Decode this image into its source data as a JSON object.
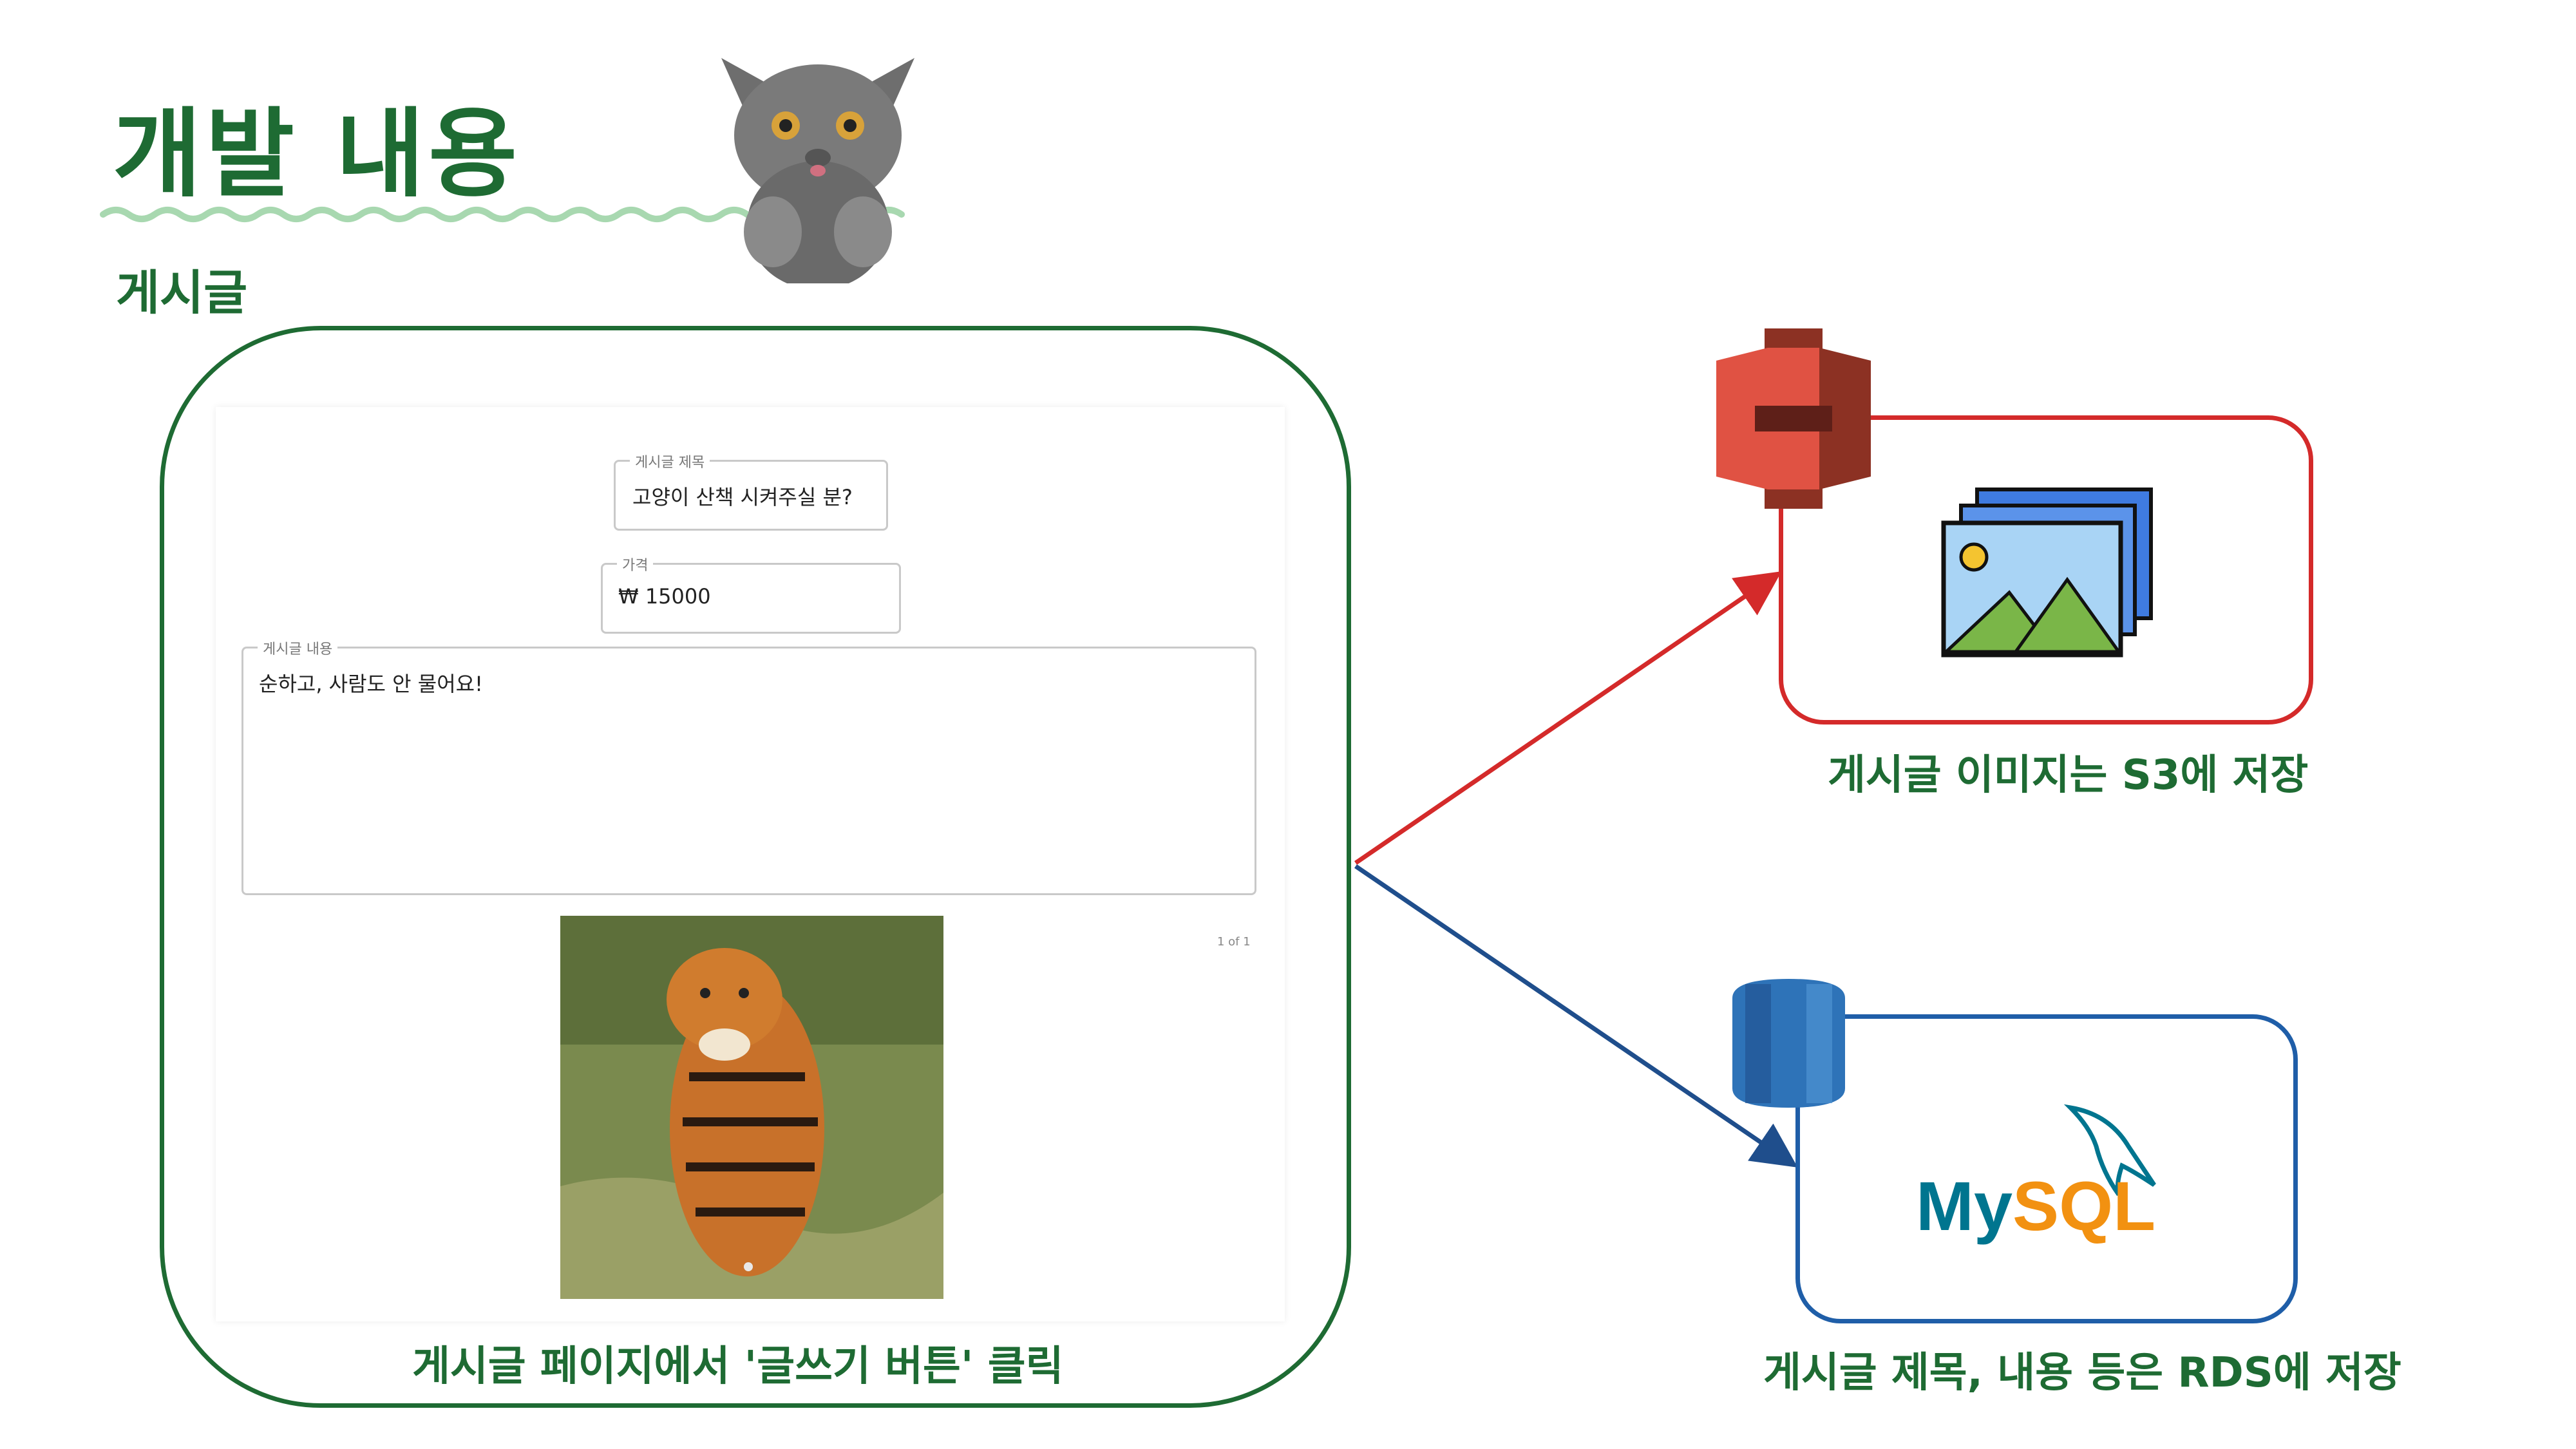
{
  "title": "개발 내용",
  "subtitle": "게시글",
  "form": {
    "title_label": "게시글 제목",
    "title_value": "고양이 산책 시켜주실 분?",
    "price_label": "가격",
    "price_value": "₩  15000",
    "content_label": "게시글 내용",
    "content_value": "순하고, 사람도 안 물어요!",
    "pager": "1 of 1"
  },
  "captions": {
    "left": "게시글 페이지에서 '글쓰기 버튼' 클릭",
    "s3": "게시글 이미지는 S3에 저장",
    "rds": "게시글 제목, 내용 등은 RDS에 저장"
  },
  "mysql": {
    "my": "My",
    "sql": "SQL"
  },
  "colors": {
    "green": "#1e6b33",
    "red": "#d42a2a",
    "blue": "#1f4e8c",
    "wave": "#a8d8b0"
  },
  "icons": [
    "cat-image",
    "aws-s3-icon",
    "image-gallery-icon",
    "aws-rds-icon",
    "mysql-logo",
    "tiger-photo"
  ]
}
